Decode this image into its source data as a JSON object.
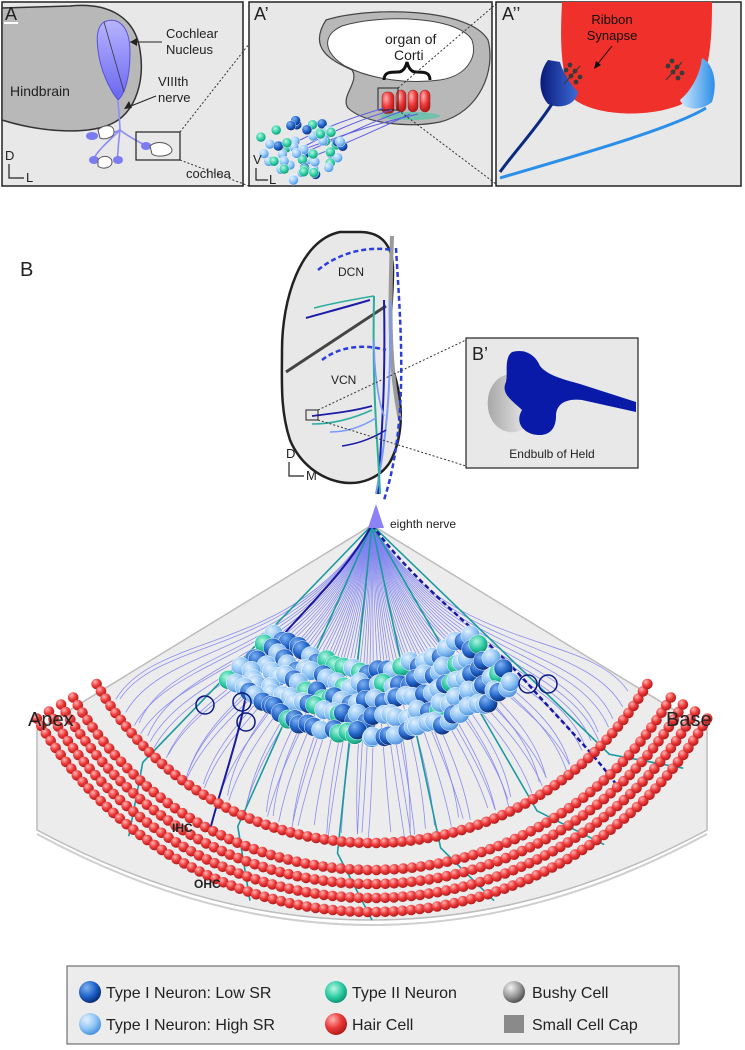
{
  "panel_a": {
    "letter": "A",
    "hindbrain": "Hindbrain",
    "cochlear_nucleus_line1": "Cochlear",
    "cochlear_nucleus_line2": "Nucleus",
    "nerve_line1": "VIIIth",
    "nerve_line2": "nerve",
    "cochlea": "cochlea",
    "axis_d": "D",
    "axis_l": "L"
  },
  "panel_a1": {
    "letter": "A’",
    "organ_line1": "organ of",
    "organ_line2": "Corti",
    "axis_v": "V",
    "axis_l": "L"
  },
  "panel_a2": {
    "letter": "A’’",
    "ribbon_line1": "Ribbon",
    "ribbon_line2": "Synapse"
  },
  "panel_b": {
    "letter": "B",
    "dcn": "DCN",
    "vcn": "VCN",
    "axis_d": "D",
    "axis_m": "M",
    "eighth_nerve": "eighth nerve",
    "apex": "Apex",
    "base": "Base",
    "ihc": "IHC",
    "ohc": "OHC"
  },
  "panel_b1": {
    "letter": "B’",
    "endbulb": "Endbulb of Held"
  },
  "legend": {
    "type1_low": "Type I Neuron: Low SR",
    "type1_high": "Type I Neuron: High SR",
    "type2": "Type II Neuron",
    "hair_cell": "Hair Cell",
    "bushy": "Bushy Cell",
    "small_cap": "Small Cell Cap"
  },
  "colors": {
    "low_sr": "#1f5fc4",
    "high_sr": "#8ec4f5",
    "type2": "#27c9a0",
    "hair": "#ee3b3b",
    "bushy": "#8c8c8c",
    "small_cap": "#8a8a8a",
    "fiber": "#7a7df0",
    "nerve": "#1a1aa0"
  }
}
